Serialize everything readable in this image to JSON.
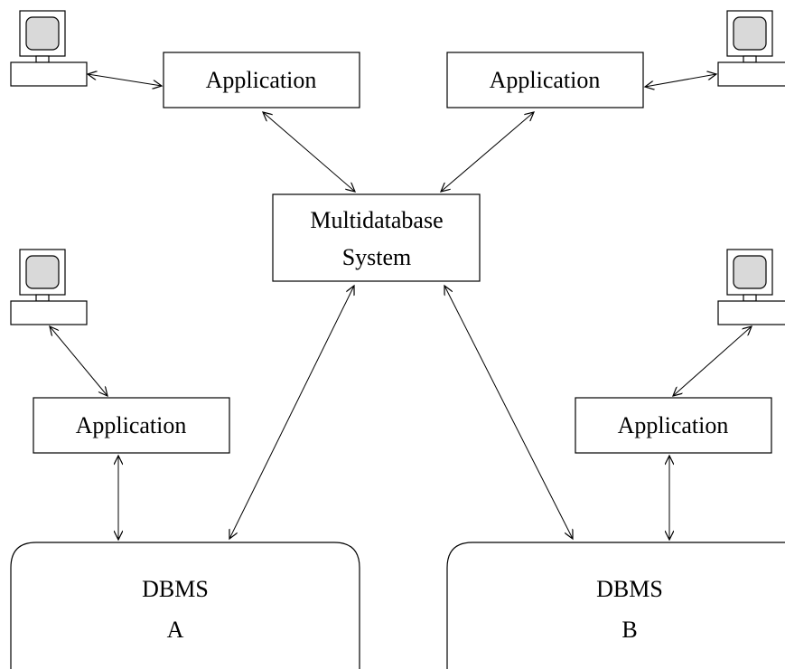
{
  "nodes": {
    "app_top_left": "Application",
    "app_top_right": "Application",
    "multidatabase": {
      "line1": "Multidatabase",
      "line2": "System"
    },
    "app_mid_left": "Application",
    "app_mid_right": "Application",
    "dbms_a": {
      "line1": "DBMS",
      "line2": "A"
    },
    "dbms_b": {
      "line1": "DBMS",
      "line2": "B"
    }
  },
  "icons": [
    "computer-terminal-icon"
  ]
}
